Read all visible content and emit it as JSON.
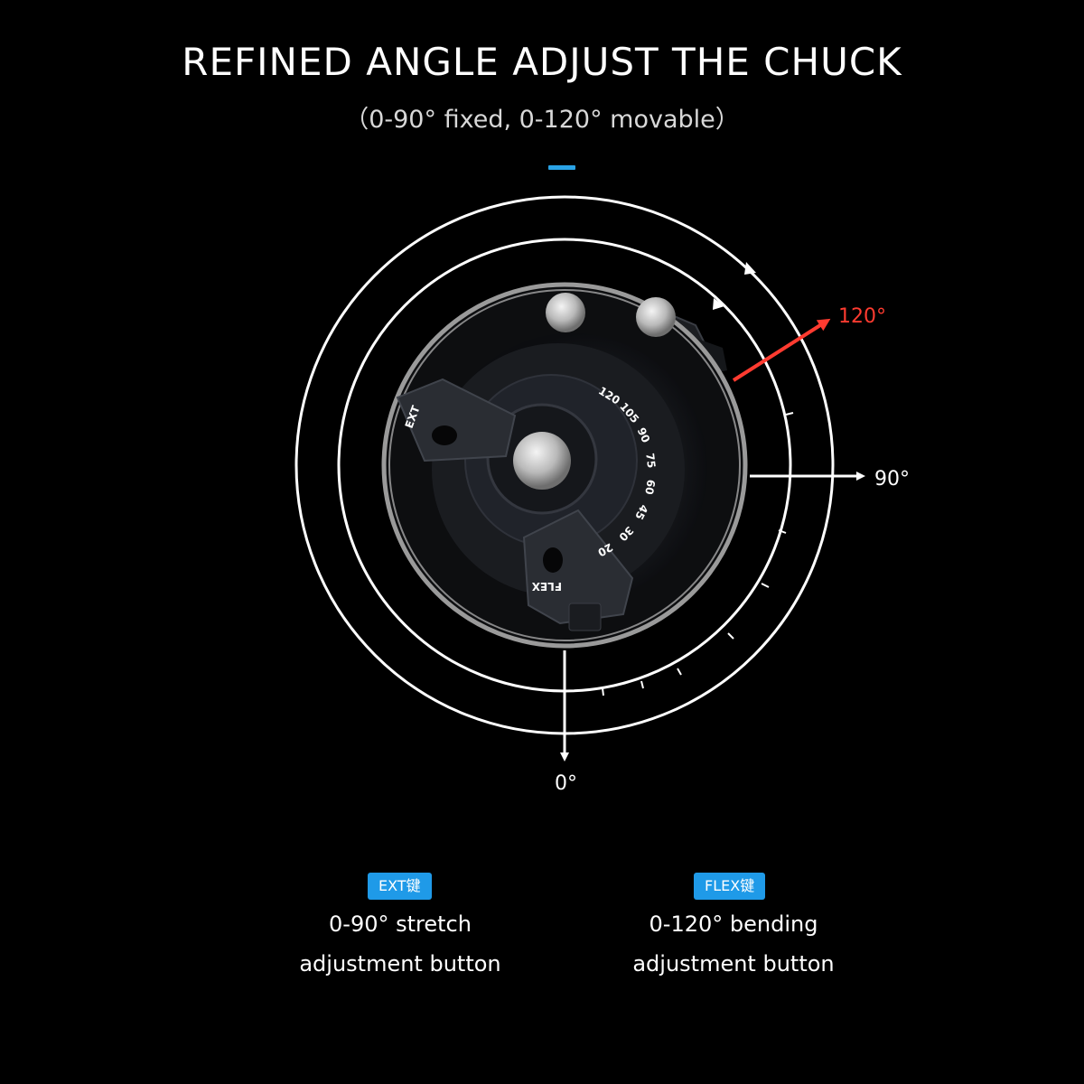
{
  "header": {
    "title": "REFINED ANGLE ADJUST THE CHUCK",
    "subtitle": "（0-90° fixed, 0-120° movable）"
  },
  "diagram": {
    "label_0": "0°",
    "label_90": "90°",
    "label_120": "120°",
    "dial_numbers": [
      "120",
      "105",
      "90",
      "75",
      "60",
      "45",
      "30",
      "20"
    ],
    "ext_tab_text": "EXT",
    "flex_tab_text": "FLEX",
    "accent_color": "#2aa3e6",
    "highlight_color": "#ff3b30"
  },
  "buttons": {
    "ext": {
      "badge": "EXT键",
      "line1": "0-90° stretch",
      "line2": "adjustment button"
    },
    "flex": {
      "badge": "FLEX键",
      "line1": "0-120° bending",
      "line2": "adjustment button"
    }
  }
}
